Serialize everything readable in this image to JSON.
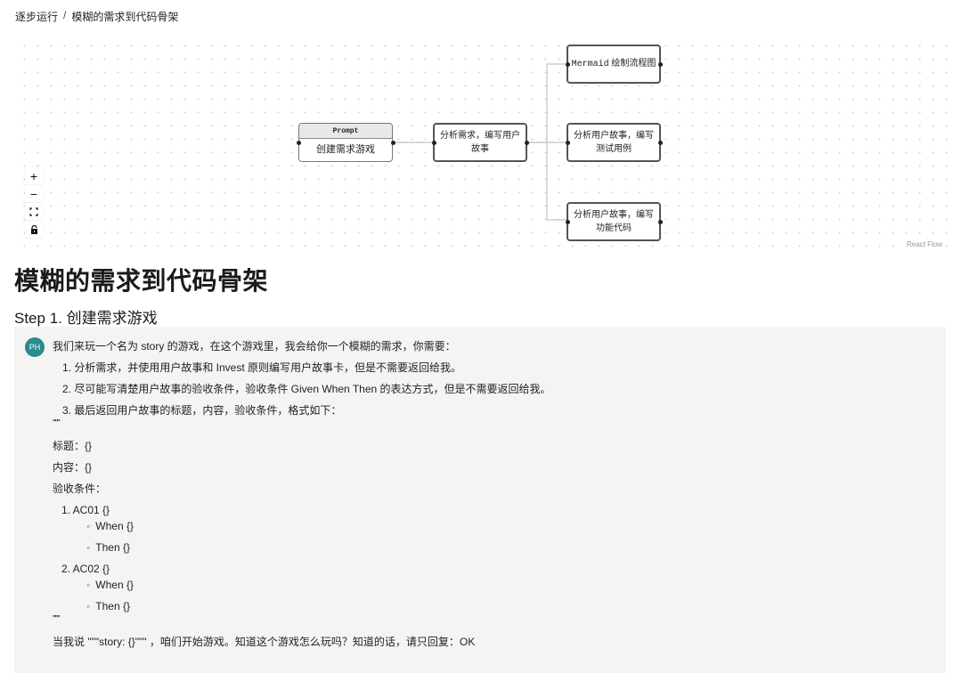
{
  "breadcrumb": {
    "items": [
      "逐步运行",
      "模糊的需求到代码骨架"
    ],
    "separator": "/"
  },
  "flow": {
    "nodes": {
      "prompt": {
        "header": "Prompt",
        "label": "创建需求游戏"
      },
      "analyze": {
        "label": "分析需求，编写用户故事"
      },
      "mermaid": {
        "label_mono": "Mermaid",
        "label": " 绘制流程图"
      },
      "tests": {
        "label": "分析用户故事，编写测试用例"
      },
      "code": {
        "label": "分析用户故事，编写功能代码"
      }
    },
    "controls": {
      "zoom_in": "+",
      "zoom_out": "−",
      "fit_view": "⛶",
      "lock": "🔒"
    },
    "attribution": "React Flow"
  },
  "page": {
    "title": "模糊的需求到代码骨架"
  },
  "step": {
    "title": "Step 1. 创建需求游戏"
  },
  "message": {
    "avatar": "PH",
    "intro": "我们来玩一个名为 story 的游戏，在这个游戏里，我会给你一个模糊的需求，你需要：",
    "items": [
      "1. 分析需求，并使用用户故事和 Invest 原则编写用户故事卡，但是不需要返回给我。",
      "2. 尽可能写清楚用户故事的验收条件，验收条件 Given When Then 的表达方式，但是不需要返回给我。",
      "3. 最后返回用户故事的标题，内容，验收条件，格式如下："
    ],
    "quote_open": "\"\"\"",
    "title_line": "标题：{}",
    "content_line": "内容：{}",
    "ac_label": "验收条件：",
    "ac": [
      {
        "label": "1. AC01 {}",
        "when": "When {}",
        "then": "Then {}"
      },
      {
        "label": "2. AC02 {}",
        "when": "When {}",
        "then": "Then {}"
      }
    ],
    "quote_close": "\"\"\"",
    "closing": "当我说 \"\"\"story: {}\"\"\" ，咱们开始游戏。知道这个游戏怎么玩吗？知道的话，请只回复：OK"
  }
}
